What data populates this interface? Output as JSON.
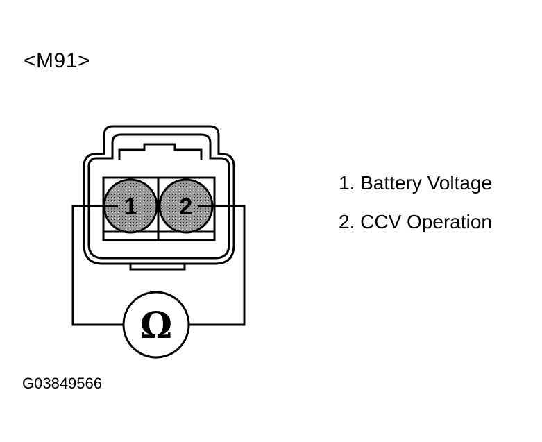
{
  "connector": {
    "code": "<M91>"
  },
  "pins": [
    {
      "number": "1",
      "label": "1. Battery Voltage"
    },
    {
      "number": "2",
      "label": "2. CCV Operation"
    }
  ],
  "meter": {
    "icon": "ohmmeter-icon",
    "symbol": "Ω"
  },
  "figure": {
    "id": "G03849566"
  }
}
